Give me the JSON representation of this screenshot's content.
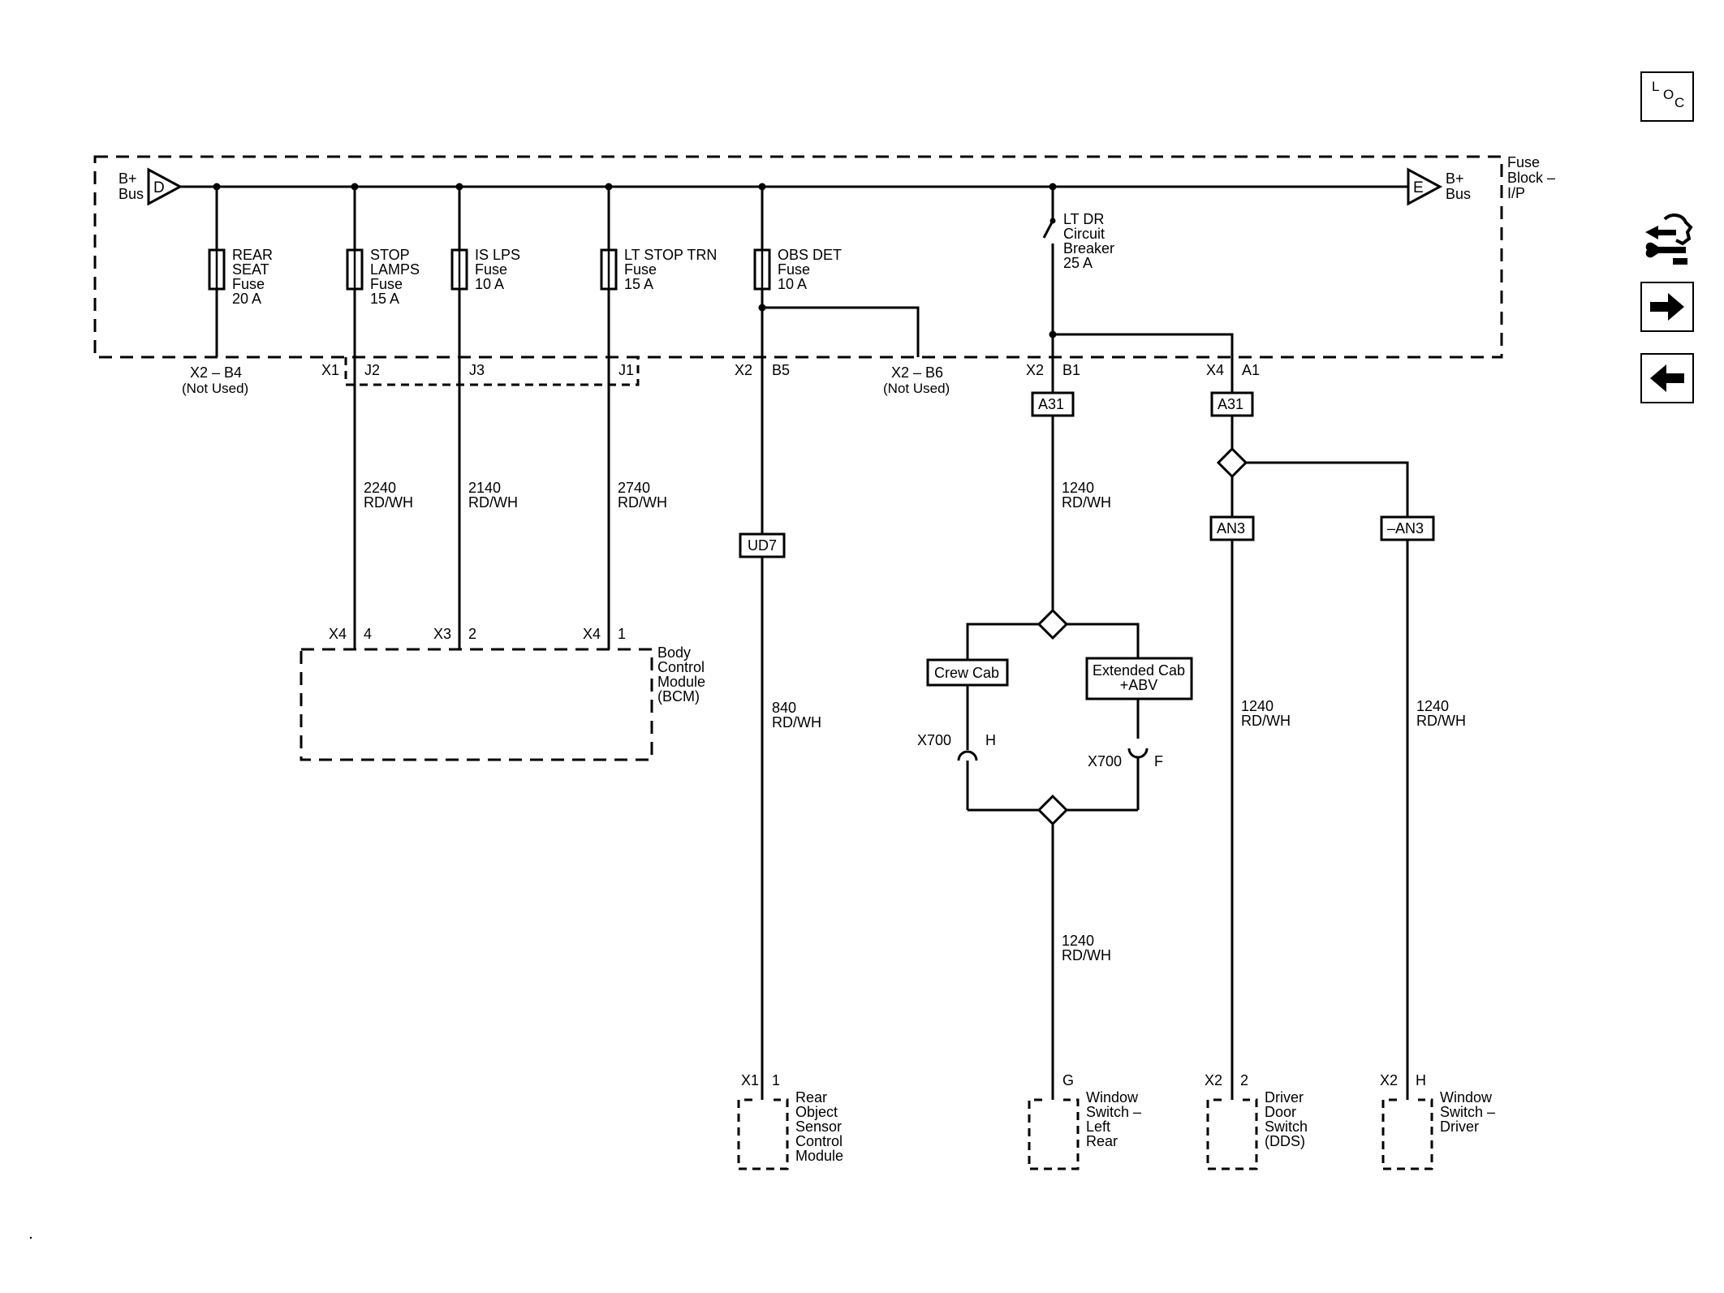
{
  "fuse_block": {
    "label_lines": [
      "Fuse",
      "Block –",
      "I/P"
    ],
    "bus_left": {
      "letter": "D",
      "label_lines": [
        "B+",
        "Bus"
      ]
    },
    "bus_right": {
      "letter": "E",
      "label_lines": [
        "B+",
        "Bus"
      ]
    }
  },
  "fuses": [
    {
      "lines": [
        "REAR",
        "SEAT",
        "Fuse",
        "20 A"
      ]
    },
    {
      "lines": [
        "STOP",
        "LAMPS",
        "Fuse",
        "15 A"
      ]
    },
    {
      "lines": [
        "IS LPS",
        "Fuse",
        "10 A"
      ]
    },
    {
      "lines": [
        "LT STOP TRN",
        "Fuse",
        "15 A"
      ]
    },
    {
      "lines": [
        "OBS DET",
        "Fuse",
        "10 A"
      ]
    }
  ],
  "breaker": {
    "lines": [
      "LT DR",
      "Circuit",
      "Breaker",
      "25 A"
    ]
  },
  "fuse_block_terminals": {
    "x2_b4": "X2 – B4",
    "not_used_1": "(Not Used)",
    "x1": "X1",
    "j2": "J2",
    "j3": "J3",
    "j1": "J1",
    "x2_a": "X2",
    "b5": "B5",
    "x2_b6": "X2 – B6",
    "not_used_2": "(Not Used)",
    "x2_b": "X2",
    "b1": "B1",
    "x4": "X4",
    "a1": "A1"
  },
  "wires": {
    "w2240": {
      "circuit": "2240",
      "color": "RD/WH"
    },
    "w2140": {
      "circuit": "2140",
      "color": "RD/WH"
    },
    "w2740": {
      "circuit": "2740",
      "color": "RD/WH"
    },
    "w840": {
      "circuit": "840",
      "color": "RD/WH"
    },
    "w1240_a": {
      "circuit": "1240",
      "color": "RD/WH"
    },
    "w1240_b": {
      "circuit": "1240",
      "color": "RD/WH"
    },
    "w1240_c": {
      "circuit": "1240",
      "color": "RD/WH"
    },
    "w1240_d": {
      "circuit": "1240",
      "color": "RD/WH"
    }
  },
  "options": {
    "ud7": "UD7",
    "a31_left": "A31",
    "a31_right": "A31",
    "an3": "AN3",
    "not_an3": "–AN3",
    "crew_cab": "Crew Cab",
    "extended_cab_lines": [
      "Extended Cab",
      "+ABV"
    ]
  },
  "bcm": {
    "label_lines": [
      "Body",
      "Control",
      "Module",
      "(BCM)"
    ],
    "pins": [
      {
        "conn": "X4",
        "pin": "4"
      },
      {
        "conn": "X3",
        "pin": "2"
      },
      {
        "conn": "X4",
        "pin": "1"
      }
    ]
  },
  "x700": {
    "left_conn": "X700",
    "left_pin": "H",
    "right_conn": "X700",
    "right_pin": "F"
  },
  "components": {
    "rear_object": {
      "conn": "X1",
      "pin": "1",
      "label_lines": [
        "Rear",
        "Object",
        "Sensor",
        "Control",
        "Module"
      ]
    },
    "window_left_rear": {
      "pin": "G",
      "label_lines": [
        "Window",
        "Switch –",
        "Left",
        "Rear"
      ]
    },
    "driver_door": {
      "conn": "X2",
      "pin": "2",
      "label_lines": [
        "Driver",
        "Door",
        "Switch",
        "(DDS)"
      ]
    },
    "window_driver": {
      "conn": "X2",
      "pin": "H",
      "label_lines": [
        "Window",
        "Switch –",
        "Driver"
      ]
    }
  },
  "nav": {
    "loc_letters": [
      "L",
      "O",
      "C"
    ],
    "icons": [
      "service-tools-icon",
      "arrow-right-icon",
      "arrow-left-icon"
    ]
  }
}
